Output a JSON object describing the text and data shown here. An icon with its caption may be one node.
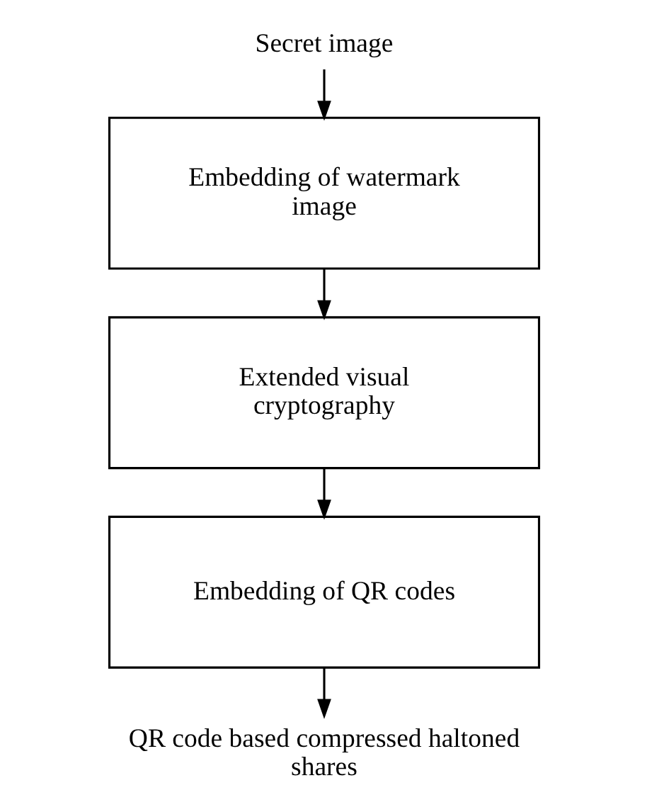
{
  "diagram": {
    "nodes": [
      {
        "text": [
          "Secret image"
        ]
      },
      {
        "text": [
          "Embedding of watermark image"
        ]
      },
      {
        "text": [
          "Extended visual cryptography"
        ]
      },
      {
        "text": [
          "Embedding of QR codes"
        ]
      },
      {
        "text": [
          "QR code based compressed haltoned shares"
        ]
      }
    ],
    "edges": [
      {
        "from": 0,
        "to": 1,
        "arrow": "to"
      },
      {
        "from": 1,
        "to": 2,
        "arrow": "to"
      },
      {
        "from": 2,
        "to": 3,
        "arrow": "to"
      },
      {
        "from": 3,
        "to": 4,
        "arrow": "to"
      }
    ]
  }
}
